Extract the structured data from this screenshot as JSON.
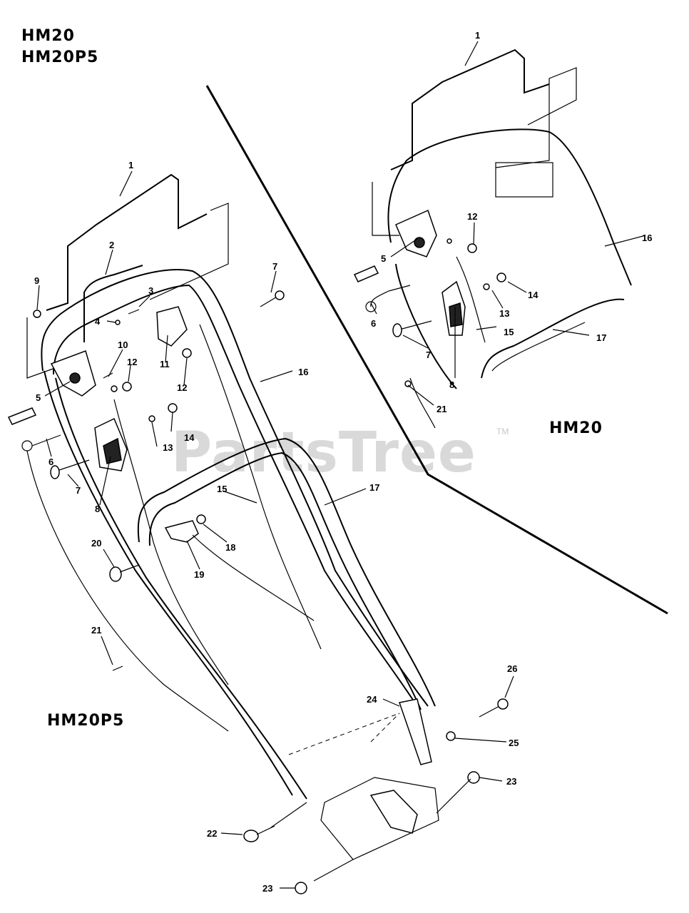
{
  "models": {
    "top_left_line1": "HM20",
    "top_left_line2": "HM20P5",
    "right_inset": "HM20",
    "bottom_left": "HM20P5"
  },
  "watermark": {
    "text": "PartsTree",
    "tm": "TM"
  },
  "callouts": {
    "c1a": "1",
    "c1b": "1",
    "c2": "2",
    "c3": "3",
    "c4": "4",
    "c5a": "5",
    "c5b": "5",
    "c6a": "6",
    "c6b": "6",
    "c7a": "7",
    "c7b": "7",
    "c7c": "7",
    "c8a": "8",
    "c8b": "8",
    "c9": "9",
    "c10": "10",
    "c11": "11",
    "c12a": "12",
    "c12b": "12",
    "c12c": "12",
    "c13a": "13",
    "c13b": "13",
    "c14a": "14",
    "c14b": "14",
    "c15a": "15",
    "c15b": "15",
    "c16a": "16",
    "c16b": "16",
    "c17a": "17",
    "c17b": "17",
    "c18": "18",
    "c19": "19",
    "c20": "20",
    "c21a": "21",
    "c21b": "21",
    "c22": "22",
    "c23a": "23",
    "c23b": "23",
    "c24": "24",
    "c25": "25",
    "c26": "26"
  }
}
